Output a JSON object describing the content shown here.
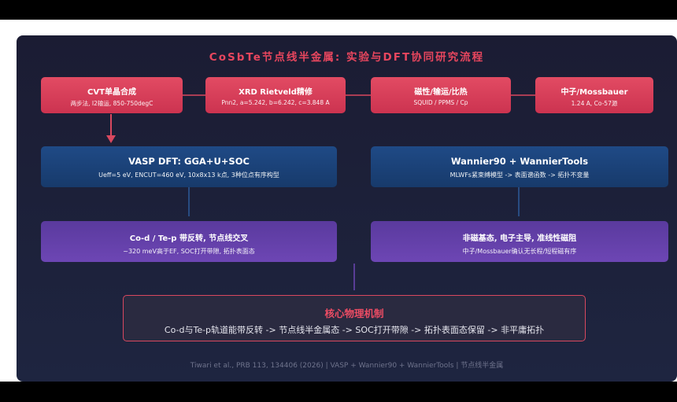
{
  "diagram": {
    "title": "CoSbTe节点线半金属: 实验与DFT协同研究流程",
    "experiments": [
      {
        "title": "CVT单晶合成",
        "subtitle": "两步法, I2输运, 850-750degC"
      },
      {
        "title": "XRD Rietveld精修",
        "subtitle": "Pnn2, a=5.242, b=6.242, c=3.848 A"
      },
      {
        "title": "磁性/输运/比热",
        "subtitle": "SQUID / PPMS / Cp"
      },
      {
        "title": "中子/Mossbauer",
        "subtitle": "1.24 A, Co-57源"
      }
    ],
    "methods": [
      {
        "title": "VASP DFT: GGA+U+SOC",
        "subtitle": "Ueff=5 eV, ENCUT=460 eV, 10x8x13 k点, 3种位点有序构型"
      },
      {
        "title": "Wannier90 + WannierTools",
        "subtitle": "MLWFs紧束缚模型 -> 表面谱函数 -> 拓扑不变量"
      }
    ],
    "results": [
      {
        "title": "Co-d / Te-p 带反转, 节点线交叉",
        "subtitle": "~320 meV高于EF, SOC打开带隙, 拓扑表面态"
      },
      {
        "title": "非磁基态, 电子主导, 准线性磁阻",
        "subtitle": "中子/Mossbauer确认无长程/短程磁有序"
      }
    ],
    "core": {
      "title": "核心物理机制",
      "text": "Co-d与Te-p轨道能带反转 -> 节点线半金属态 -> SOC打开带隙 -> 拓扑表面态保留 -> 非平庸拓扑"
    },
    "footer": "Tiwari et al., PRB 113, 134406 (2026) | VASP + Wannier90 + WannierTools | 节点线半金属"
  },
  "colors": {
    "accent_red": "#e24b63",
    "method_blue": "#1f4a86",
    "result_purple": "#6d46b4",
    "background": "#1b1c33"
  }
}
